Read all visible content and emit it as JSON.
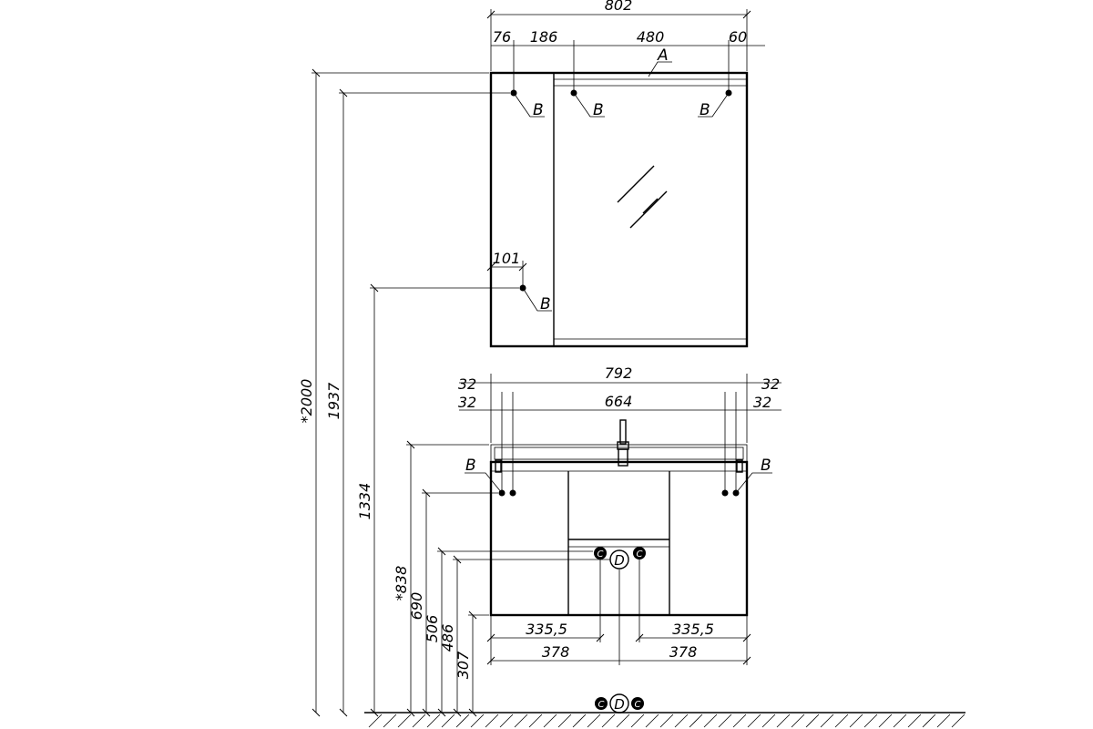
{
  "cabinet": {
    "width": "802",
    "seg_1": "76",
    "seg_2": "186",
    "seg_3": "480",
    "seg_4": "60",
    "marker_a": "A",
    "offset_101": "101"
  },
  "vanity": {
    "outer_width": "792",
    "inner_width": "664",
    "edge_left_top": "32",
    "edge_left_bottom": "32",
    "edge_right_top": "32",
    "edge_right_bottom": "32",
    "half_left_inner": "335,5",
    "half_right_inner": "335,5",
    "half_left": "378",
    "half_right": "378"
  },
  "heights": {
    "h_2000": "*2000",
    "h_1937": "1937",
    "h_1334": "1334",
    "h_838": "*838",
    "h_690": "690",
    "h_506": "506",
    "h_486": "486",
    "h_307": "307"
  },
  "markers": {
    "b": "B",
    "c": "C",
    "d": "D"
  }
}
